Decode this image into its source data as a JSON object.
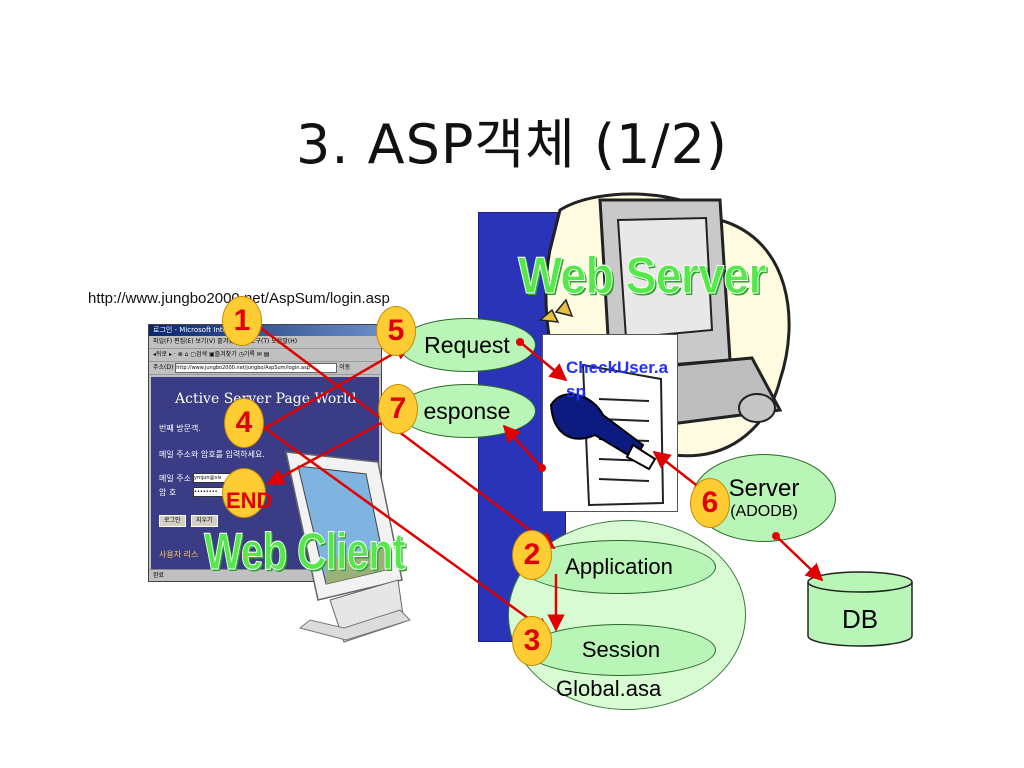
{
  "title": "3. ASP객체 (1/2)",
  "url": "http://www.jungbo2000.net/AspSum/login.asp",
  "browser": {
    "title_bar": "로그인 - Microsoft Internet",
    "menu": "파일(F)  편집(E)  보기(V)  즐겨찾기(A)  도구(T)  도움말(H)",
    "toolbar": "◂뒤로 ▸ · ⊗ ⌂ ▢검색 ▣즐겨찾기 ◷기록 ✉ ▤",
    "address_label": "주소(D)",
    "address_value": "http://www.jungbo2000.net/jungbo/AspSum/login.asp",
    "go_label": "이동",
    "heading": "Active Server Page World",
    "visitor_line": "번째 방문객.",
    "instruction": "메일 주소와 암호를 입력하세요.",
    "email_label": "메일 주소",
    "email_value": "ymjun@vis",
    "password_label": "암  호",
    "password_value": "••••••••",
    "login_button": "로그인",
    "clear_button": "지우기",
    "user_list_link": "사용자 리스",
    "status": "완료"
  },
  "labels": {
    "web_client": "Web Client",
    "web_server": "Web Server",
    "request": "Request",
    "response": "esponse",
    "checkuser": "CheckUser.asp",
    "server": "Server",
    "adodb": "(ADODB)",
    "application": "Application",
    "session": "Session",
    "global": "Global.asa",
    "db": "DB",
    "end": "END"
  },
  "steps": [
    "1",
    "2",
    "3",
    "4",
    "5",
    "6",
    "7"
  ],
  "colors": {
    "arrow": "#e00000",
    "step_fill": "#ffcc33",
    "step_text": "#e10000",
    "oval_fill": "#b9f5b6",
    "server_panel": "#2a34b8",
    "outline_text": "#55e84a",
    "checkuser_text": "#2030ff"
  }
}
